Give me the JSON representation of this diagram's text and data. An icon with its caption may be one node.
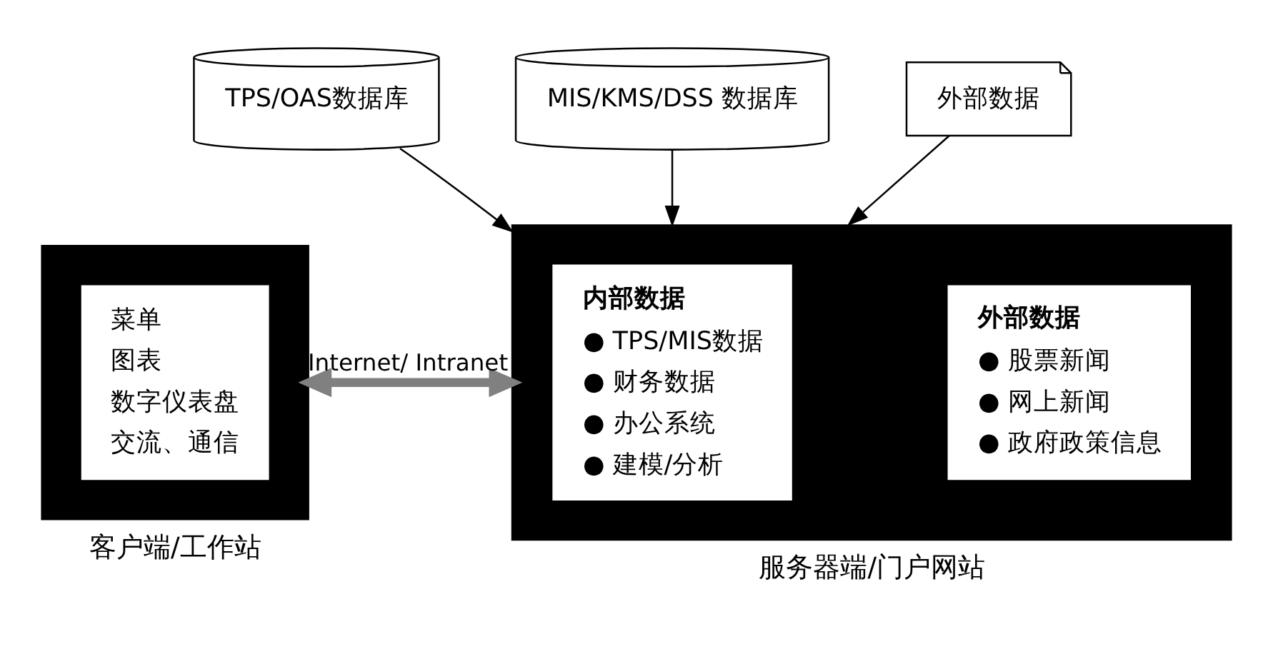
{
  "diagram": {
    "nodes": [
      {
        "text": [
          "TPS/OAS数据库"
        ]
      },
      {
        "text": [
          "MIS/KMS/DSS 数据库"
        ]
      },
      {
        "text": [
          "外部数据"
        ]
      },
      {
        "text": [],
        "shape": "box",
        "beside": [
          "客户端/工作站"
        ]
      },
      {
        "text": [
          "菜单",
          "图表",
          "数字仪表盘",
          "交流、通信"
        ],
        "in": 3
      },
      {
        "text": [],
        "shape": "box",
        "beside": [
          "服务器端/门户网站"
        ]
      },
      {
        "text": [
          "内部数据",
          "● TPS/MIS数据",
          "● 财务数据",
          "● 办公系统",
          "● 建模/分析"
        ],
        "in": 5
      },
      {
        "text": [
          "外部数据",
          "● 股票新闻",
          "● 网上新闻",
          "● 政府政策信息"
        ],
        "in": 5
      }
    ],
    "edges": [
      {
        "from": 0,
        "to": 5,
        "arrow": "to"
      },
      {
        "from": 1,
        "to": 5,
        "arrow": "to"
      },
      {
        "from": 2,
        "to": 5,
        "arrow": "to"
      },
      {
        "from": 3,
        "to": 5,
        "arrow": "both",
        "label": "Internet/ Intranet",
        "style": "thick",
        "color": "#808080"
      }
    ]
  }
}
